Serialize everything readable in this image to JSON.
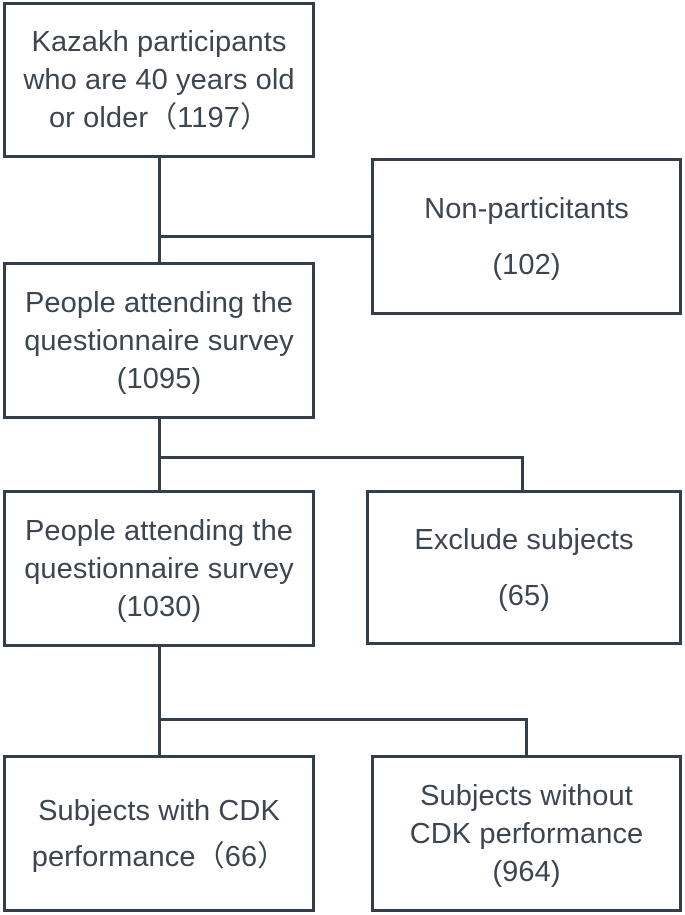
{
  "boxes": {
    "kazakh": {
      "lines": [
        "Kazakh participants",
        "who are 40 years old",
        "or older（1197）"
      ]
    },
    "non_participants": {
      "lines": [
        "Non-particitants",
        "(102)"
      ]
    },
    "survey_1095": {
      "lines": [
        "People attending the",
        "questionnaire survey",
        "(1095)"
      ]
    },
    "survey_1030": {
      "lines": [
        "People attending the",
        "questionnaire survey",
        "(1030)"
      ]
    },
    "exclude": {
      "lines": [
        "Exclude subjects",
        "(65)"
      ]
    },
    "with_cdk": {
      "lines": [
        "Subjects with CDK",
        "performance（66）"
      ]
    },
    "without_cdk": {
      "lines": [
        "Subjects without",
        "CDK performance",
        "(964)"
      ]
    }
  }
}
